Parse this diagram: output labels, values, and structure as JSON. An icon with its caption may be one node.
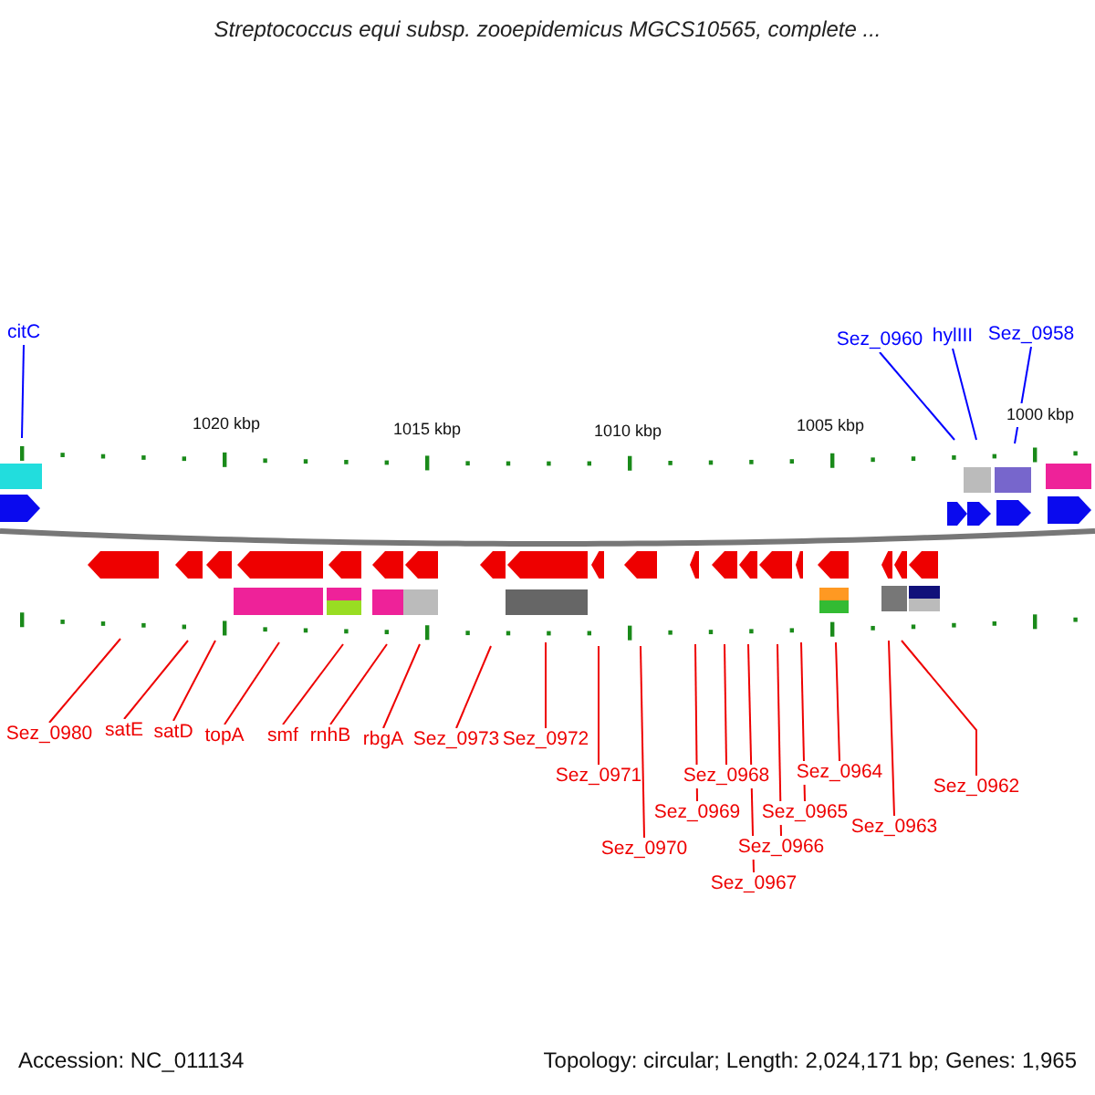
{
  "diagram": {
    "title": "Streptococcus equi subsp. zooepidemicus MGCS10565, complete ...",
    "nodes": [
      {
        "text": [
          "citC"
        ]
      },
      {
        "text": [
          "Sez_0960"
        ]
      },
      {
        "text": [
          "hylIII"
        ]
      },
      {
        "text": [
          "Sez_0958"
        ]
      },
      {
        "text": [
          "Sez_0980"
        ]
      },
      {
        "text": [
          "satE"
        ]
      },
      {
        "text": [
          "satD"
        ]
      },
      {
        "text": [
          "topA"
        ]
      },
      {
        "text": [
          "smf"
        ]
      },
      {
        "text": [
          "rnhB"
        ]
      },
      {
        "text": [
          "rbgA"
        ]
      },
      {
        "text": [
          "Sez_0973"
        ]
      },
      {
        "text": [
          "Sez_0972"
        ]
      },
      {
        "text": [
          "Sez_0971"
        ]
      },
      {
        "text": [
          "Sez_0970"
        ]
      },
      {
        "text": [
          "Sez_0969"
        ]
      },
      {
        "text": [
          "Sez_0968"
        ]
      },
      {
        "text": [
          "Sez_0967"
        ]
      },
      {
        "text": [
          "Sez_0966"
        ]
      },
      {
        "text": [
          "Sez_0965"
        ]
      },
      {
        "text": [
          "Sez_0964"
        ]
      },
      {
        "text": [
          "Sez_0963"
        ]
      },
      {
        "text": [
          "Sez_0962"
        ]
      }
    ],
    "edges": [
      {
        "from": 0,
        "to": null,
        "arrow": "none",
        "color": "#0000ff"
      },
      {
        "from": 1,
        "to": null,
        "arrow": "none",
        "color": "#0000ff"
      },
      {
        "from": 2,
        "to": null,
        "arrow": "none",
        "color": "#0000ff"
      },
      {
        "from": 3,
        "to": null,
        "arrow": "none",
        "color": "#0000ff"
      },
      {
        "from": 4,
        "to": null,
        "arrow": "none"
      },
      {
        "from": 5,
        "to": null,
        "arrow": "none"
      },
      {
        "from": 6,
        "to": null,
        "arrow": "none"
      },
      {
        "from": 7,
        "to": null,
        "arrow": "none"
      },
      {
        "from": 8,
        "to": null,
        "arrow": "none"
      },
      {
        "from": 9,
        "to": null,
        "arrow": "none"
      },
      {
        "from": 10,
        "to": null,
        "arrow": "none"
      },
      {
        "from": 11,
        "to": null,
        "arrow": "none"
      },
      {
        "from": 12,
        "to": null,
        "arrow": "none"
      },
      {
        "from": 13,
        "to": null,
        "arrow": "none"
      },
      {
        "from": 14,
        "to": null,
        "arrow": "none"
      },
      {
        "from": 15,
        "to": null,
        "arrow": "none"
      },
      {
        "from": 16,
        "to": null,
        "arrow": "none"
      },
      {
        "from": 17,
        "to": null,
        "arrow": "none"
      },
      {
        "from": 18,
        "to": null,
        "arrow": "none"
      },
      {
        "from": 19,
        "to": null,
        "arrow": "none"
      },
      {
        "from": 20,
        "to": null,
        "arrow": "none"
      },
      {
        "from": 21,
        "to": null,
        "arrow": "none"
      },
      {
        "from": 22,
        "to": null,
        "arrow": "none"
      }
    ],
    "labels": [
      "1020 kbp",
      "1015 kbp",
      "1010 kbp",
      "1005 kbp",
      "1000 kbp",
      "Accession: NC_011134",
      "Topology: circular; Length: 2,024,171 bp; Genes: 1,965"
    ]
  }
}
